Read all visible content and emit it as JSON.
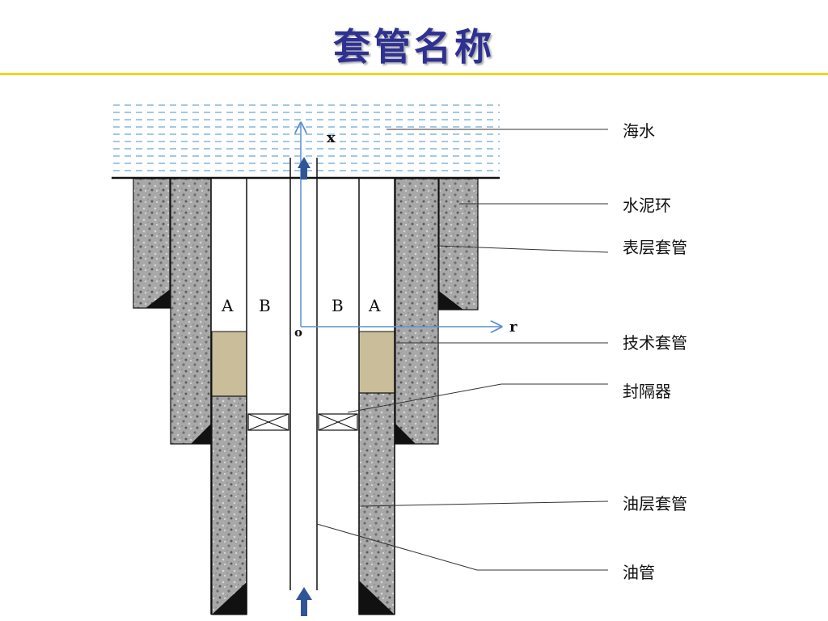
{
  "title": "套管名称",
  "labels": {
    "seawater": "海水",
    "cement_ring": "水泥环",
    "surface_casing": "表层套管",
    "technical_casing": "技术套管",
    "packer": "封隔器",
    "production_casing": "油层套管",
    "tubing": "油管"
  },
  "annulus_labels": {
    "left_a": "A",
    "left_b": "B",
    "right_b": "B",
    "right_a": "A"
  },
  "axis_labels": {
    "x": "x",
    "r": "r",
    "origin": "o"
  },
  "colors": {
    "title": "#2e3192",
    "rule": "#f5d324",
    "axis": "#5b8fd0",
    "seawater_dash": "#4a90c8",
    "fluid": "#c9bd9a",
    "arrow": "#2f5597"
  }
}
